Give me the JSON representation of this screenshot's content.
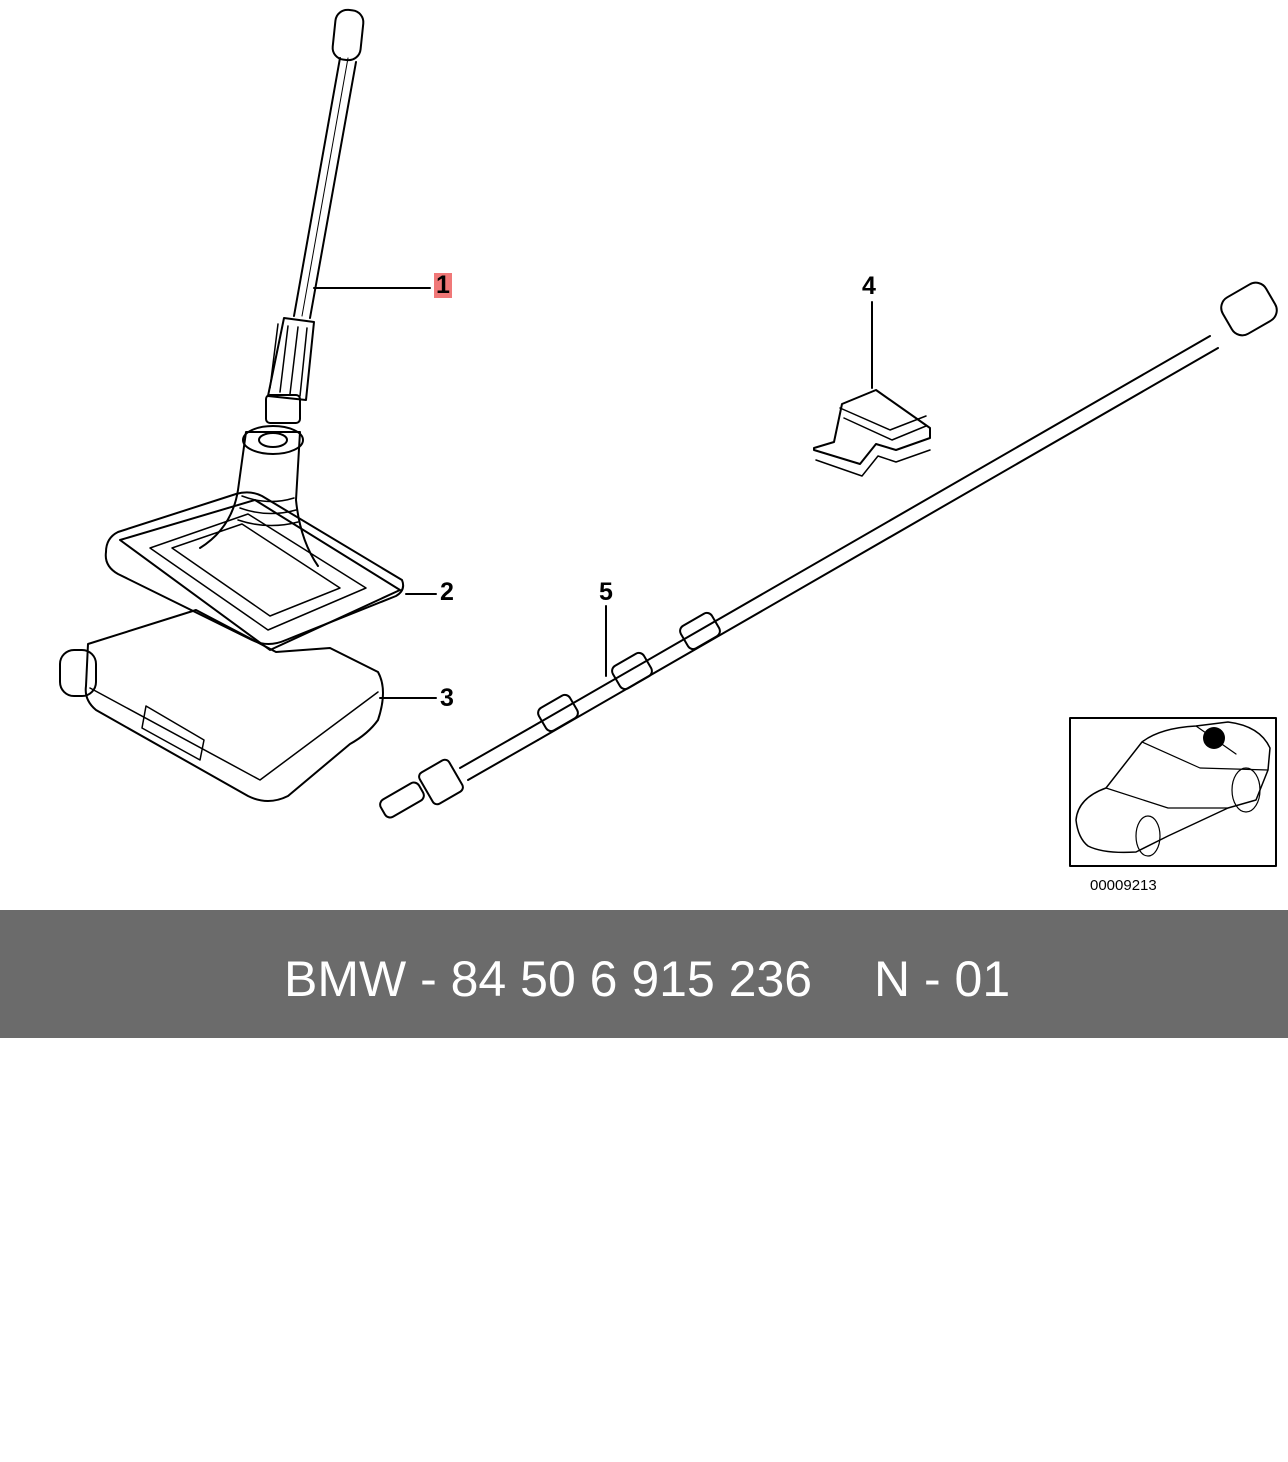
{
  "diagram": {
    "callouts": {
      "c1": "1",
      "c2": "2",
      "c3": "3",
      "c4": "4",
      "c5": "5"
    },
    "reference_code": "00009213",
    "highlight_color": "#f07878",
    "icons": [
      "antenna-rod-icon",
      "antenna-base-icon",
      "amplifier-box-icon",
      "cable-clip-icon",
      "antenna-cable-icon",
      "car-location-icon"
    ]
  },
  "footer": {
    "part_number": "BMW - 84 50 6 915 236",
    "variant": "N - 01",
    "background": "#6b6b6b"
  }
}
